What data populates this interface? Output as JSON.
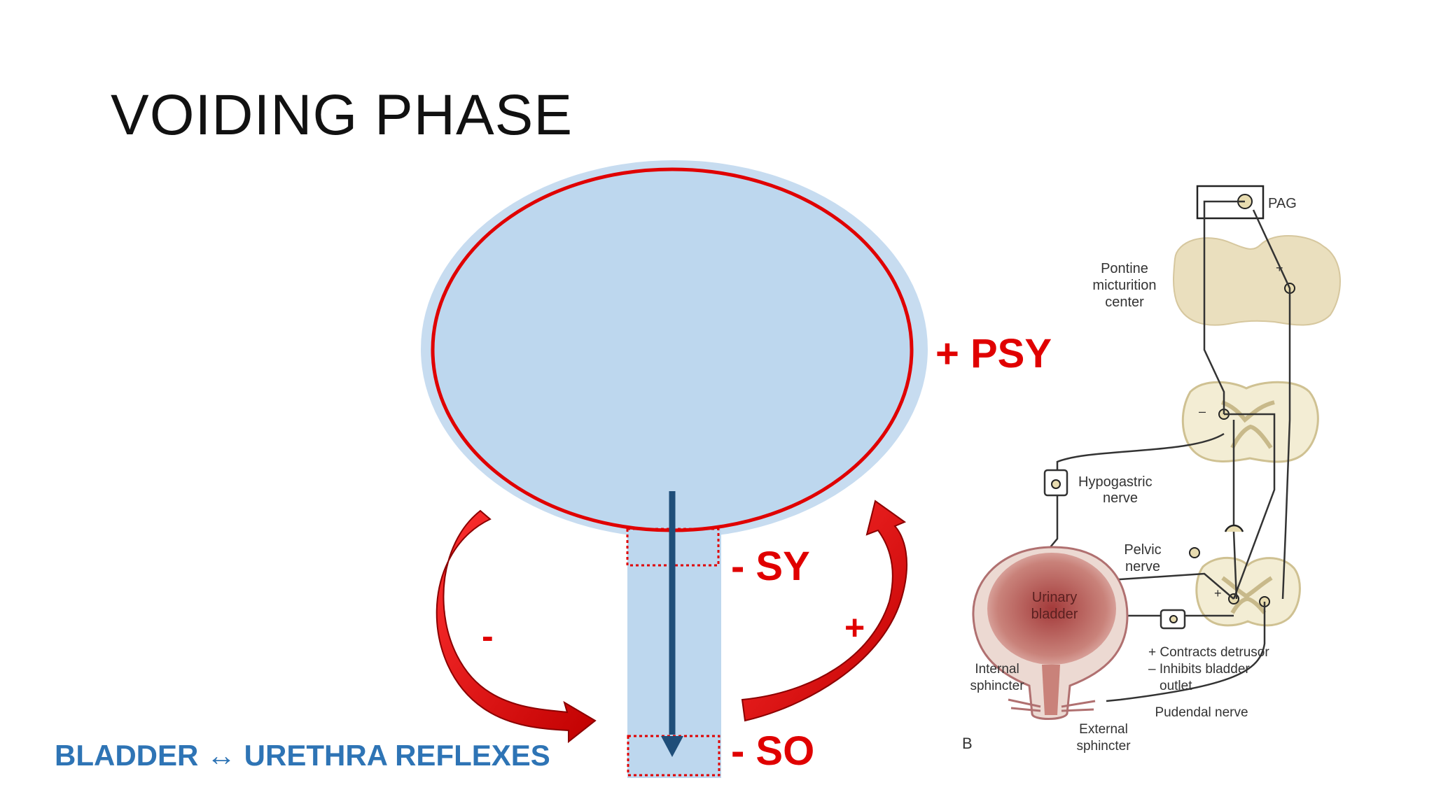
{
  "slide": {
    "title": "VOIDING PHASE",
    "footer": "BLADDER ↔ URETHRA REFLEXES"
  },
  "diagram": {
    "labels": {
      "psy": "+ PSY",
      "sy": "- SY",
      "so": "- SO",
      "left_arrow_sign": "-",
      "right_arrow_sign": "+"
    },
    "colors": {
      "bladder_fill": "#bdd7ee",
      "bladder_halo": "#c7dcf0",
      "outline_red": "#e00000",
      "flow_arrow": "#1f4e79",
      "footer_blue": "#2e74b5"
    }
  },
  "figure": {
    "labels": {
      "pag": "PAG",
      "pontine_1": "Pontine",
      "pontine_2": "micturition",
      "pontine_3": "center",
      "hypogastric_1": "Hypogastric",
      "hypogastric_2": "nerve",
      "pelvic_1": "Pelvic",
      "pelvic_2": "nerve",
      "urinary_1": "Urinary",
      "urinary_2": "bladder",
      "contracts": "+ Contracts detrusor",
      "inhibits_1": "– Inhibits bladder",
      "inhibits_2": "outlet",
      "internal_1": "Internal",
      "internal_2": "sphincter",
      "pudendal": "Pudendal nerve",
      "external_1": "External",
      "external_2": "sphincter",
      "panel": "B",
      "plus_brain": "+",
      "plus_cord": "+",
      "minus_cord": "–"
    }
  }
}
